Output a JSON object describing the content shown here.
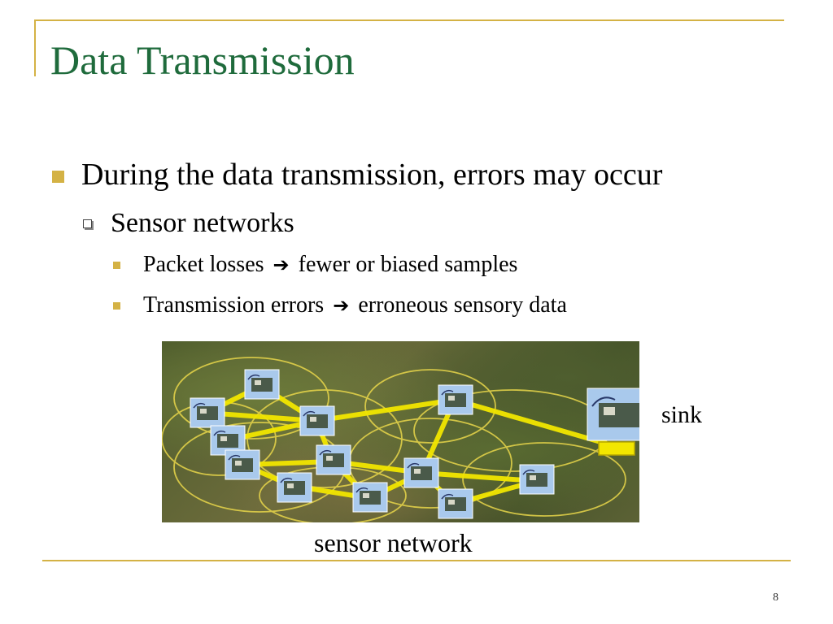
{
  "slide": {
    "title": "Data Transmission",
    "bullets": {
      "level1": "During the data transmission, errors may occur",
      "level2": "Sensor networks",
      "level3": [
        {
          "left": "Packet losses",
          "right": "fewer or biased samples"
        },
        {
          "left": "Transmission errors",
          "right": "erroneous sensory data"
        }
      ],
      "arrow_glyph": "➔"
    },
    "figure": {
      "sink_label": "sink",
      "caption": "sensor network"
    },
    "page_number": "8"
  },
  "colors": {
    "title": "#1f6b3c",
    "accent": "#d4b245",
    "link_yellow": "#f2e600",
    "node_bg": "#9fc2e8"
  },
  "icons": {
    "node": "sensor-mote-icon",
    "sink": "sink-node-icon"
  }
}
